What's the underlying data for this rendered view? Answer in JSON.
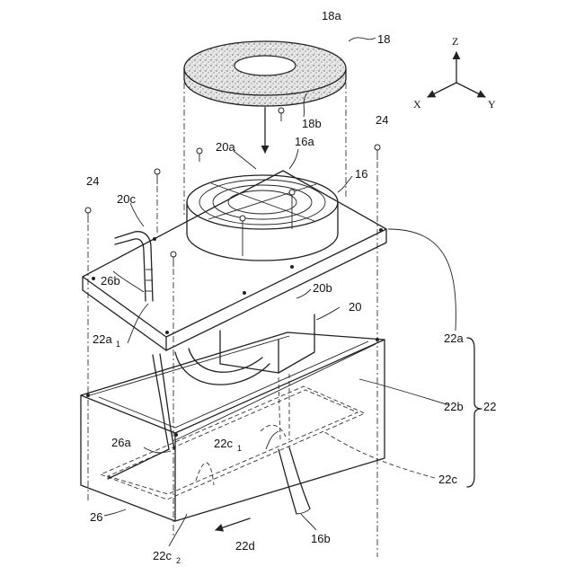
{
  "axes": {
    "z": "Z",
    "x": "X",
    "y": "Y"
  },
  "labels": {
    "l18a": "18a",
    "l18": "18",
    "l18b": "18b",
    "l24_right": "24",
    "l24_left": "24",
    "l20a": "20a",
    "l16a": "16a",
    "l16": "16",
    "l20c": "20c",
    "l26b": "26b",
    "l20b": "20b",
    "l20": "20",
    "l22a1": "22a",
    "l22a1_sub": "1",
    "l22a": "22a",
    "l22b": "22b",
    "l22": "22",
    "l22c1": "22c",
    "l22c1_sub": "1",
    "l26a": "26a",
    "l22c": "22c",
    "l26": "26",
    "l22c2": "22c",
    "l22c2_sub": "2",
    "l16b": "16b",
    "l22d": "22d"
  }
}
